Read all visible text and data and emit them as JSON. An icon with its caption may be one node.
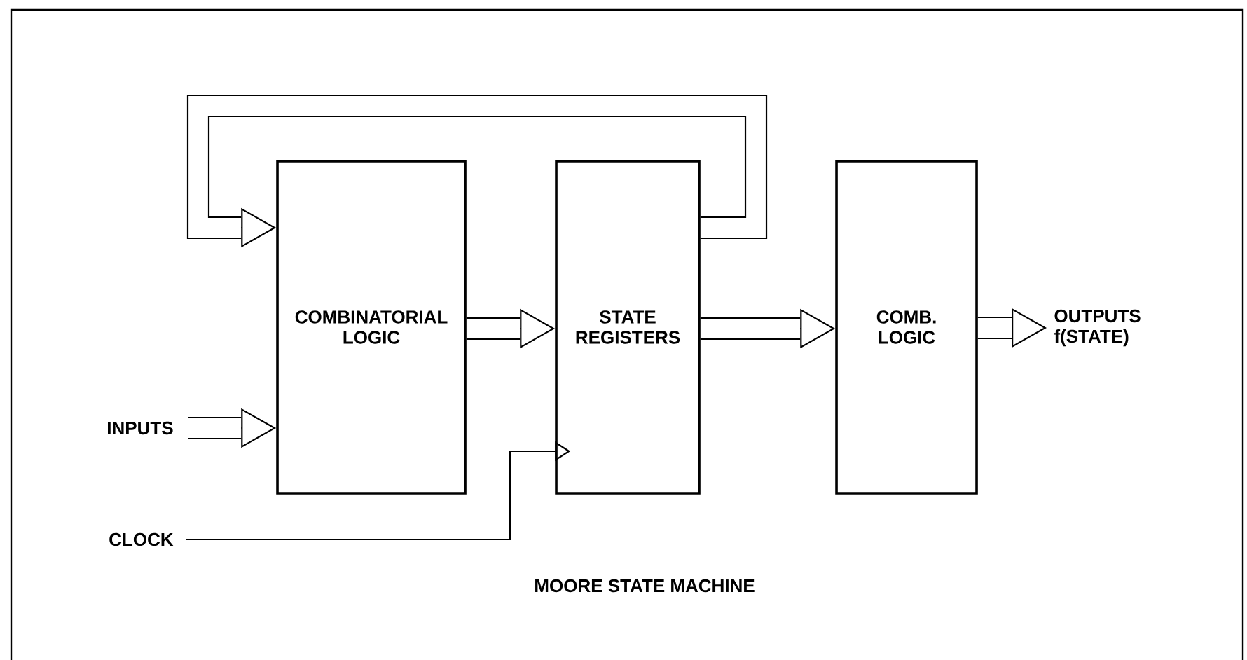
{
  "diagram": {
    "caption": "MOORE STATE MACHINE",
    "nodes": [
      {
        "text": [
          "COMBINATORIAL LOGIC"
        ]
      },
      {
        "text": [
          "STATE REGISTERS"
        ]
      },
      {
        "text": [
          "COMB. LOGIC"
        ]
      },
      {
        "text": [
          "INPUTS"
        ]
      },
      {
        "text": [
          "CLOCK"
        ]
      },
      {
        "text": [
          "OUTPUTS f(STATE)"
        ]
      }
    ],
    "edges": [
      {
        "from": 0,
        "to": 1,
        "arrow": "to"
      },
      {
        "from": 1,
        "to": 2,
        "arrow": "to"
      },
      {
        "from": 2,
        "to": 5,
        "arrow": "to"
      },
      {
        "from": 3,
        "to": 0,
        "arrow": "to"
      },
      {
        "from": 4,
        "to": 1,
        "arrow": "to"
      },
      {
        "from": 1,
        "to": 0,
        "arrow": "to"
      }
    ]
  }
}
